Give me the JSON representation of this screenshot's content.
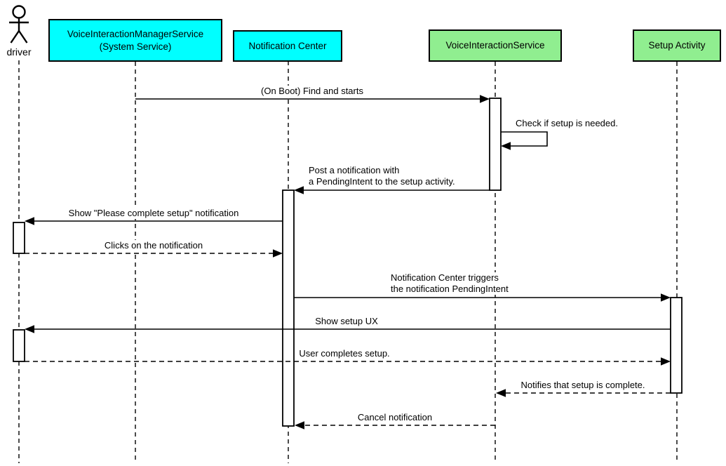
{
  "diagram_type": "uml-sequence-diagram",
  "colors": {
    "participant_cyan": "#00FFFF",
    "participant_green": "#90EE90",
    "line": "#000000",
    "background": "#FFFFFF"
  },
  "participants": [
    {
      "id": "driver",
      "kind": "actor",
      "label": "driver"
    },
    {
      "id": "vims",
      "kind": "box",
      "line1": "VoiceInteractionManagerService",
      "line2": "(System Service)",
      "fill": "#00FFFF"
    },
    {
      "id": "notification-center",
      "kind": "box",
      "label": "Notification Center",
      "fill": "#00FFFF"
    },
    {
      "id": "vis",
      "kind": "box",
      "label": "VoiceInteractionService",
      "fill": "#90EE90"
    },
    {
      "id": "setup-activity",
      "kind": "box",
      "label": "Setup Activity",
      "fill": "#90EE90"
    }
  ],
  "messages": [
    {
      "n": 1,
      "label": "(On Boot) Find and starts",
      "from": "vims",
      "to": "vis",
      "line": "solid"
    },
    {
      "n": 2,
      "label": "Check if setup is needed.",
      "from": "vis",
      "to": "vis",
      "line": "solid",
      "self_message": true
    },
    {
      "n": 3,
      "line1": "Post a notification with",
      "line2": "a PendingIntent to the setup activity.",
      "from": "vis",
      "to": "notification-center",
      "line": "solid"
    },
    {
      "n": 4,
      "label": "Show \"Please complete setup\" notification",
      "from": "notification-center",
      "to": "driver",
      "line": "solid"
    },
    {
      "n": 5,
      "label": "Clicks on the notification",
      "from": "driver",
      "to": "notification-center",
      "line": "dashed"
    },
    {
      "n": 6,
      "line1": "Notification Center triggers",
      "line2": "the notification PendingIntent",
      "from": "notification-center",
      "to": "setup-activity",
      "line": "solid"
    },
    {
      "n": 7,
      "label": "Show setup UX",
      "from": "setup-activity",
      "to": "driver",
      "line": "solid"
    },
    {
      "n": 8,
      "label": "User completes setup.",
      "from": "driver",
      "to": "setup-activity",
      "line": "dashed"
    },
    {
      "n": 9,
      "label": "Notifies that setup is complete.",
      "from": "setup-activity",
      "to": "vis",
      "line": "dashed"
    },
    {
      "n": 10,
      "label": "Cancel notification",
      "from": "vis",
      "to": "notification-center",
      "line": "dashed"
    }
  ]
}
